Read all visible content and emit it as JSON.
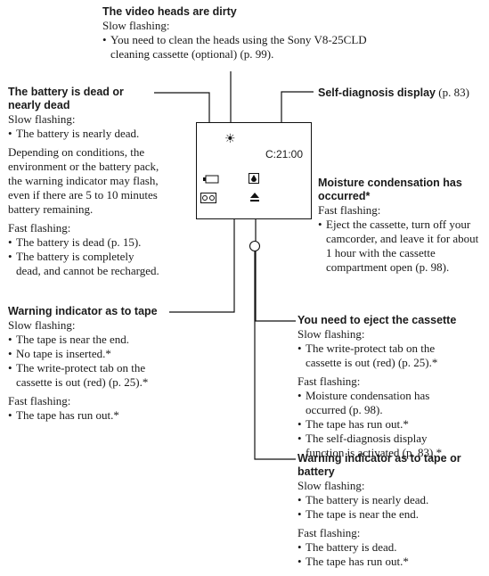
{
  "video_heads": {
    "title": "The video heads are dirty",
    "subtitle": "Slow flashing:",
    "items": [
      "You need to clean the heads using the Sony V8-25CLD cleaning cassette (optional) (p. 99)."
    ]
  },
  "battery_dead": {
    "title": "The battery is dead or nearly dead",
    "slow_label": "Slow flashing:",
    "slow_items": [
      "The battery is nearly dead."
    ],
    "paragraph": "Depending on conditions, the environment or the battery pack, the warning indicator may flash, even if there are 5 to 10 minutes battery remaining.",
    "fast_label": "Fast flashing:",
    "fast_items": [
      "The battery is dead (p. 15).",
      "The battery is completely dead, and cannot be recharged."
    ]
  },
  "self_diag": {
    "title": "Self-diagnosis display",
    "ref": " (p. 83)"
  },
  "display": {
    "code": "C:21:00"
  },
  "moisture": {
    "title": "Moisture condensation has occurred*",
    "fast_label": "Fast flashing:",
    "fast_items": [
      "Eject the cassette, turn off your camcorder, and leave it for about 1 hour with the cassette compartment open (p. 98)."
    ]
  },
  "tape_warn": {
    "title": "Warning indicator as to tape",
    "slow_label": "Slow flashing:",
    "slow_items": [
      "The tape is near the end.",
      "No tape is inserted.*",
      "The write-protect tab on the cassette is out (red) (p. 25).*"
    ],
    "fast_label": "Fast flashing:",
    "fast_items": [
      "The tape has run out.*"
    ]
  },
  "eject": {
    "title": "You need to eject the cassette",
    "slow_label": "Slow flashing:",
    "slow_items": [
      "The write-protect tab on the cassette is out (red) (p. 25).*"
    ],
    "fast_label": "Fast flashing:",
    "fast_items": [
      "Moisture condensation has occurred (p. 98).",
      "The tape has run out.*",
      "The self-diagnosis display function is activated (p. 83).*"
    ]
  },
  "tape_battery": {
    "title": "Warning indicator as to tape or battery",
    "slow_label": "Slow flashing:",
    "slow_items": [
      "The battery is nearly dead.",
      "The tape is near the end."
    ],
    "fast_label": "Fast flashing:",
    "fast_items": [
      "The battery is dead.",
      "The tape has run out.*"
    ]
  },
  "icons": [
    "head-clog-icon",
    "battery-icon",
    "moisture-icon",
    "tape-icon",
    "eject-icon",
    "indicator-lamp-icon"
  ]
}
